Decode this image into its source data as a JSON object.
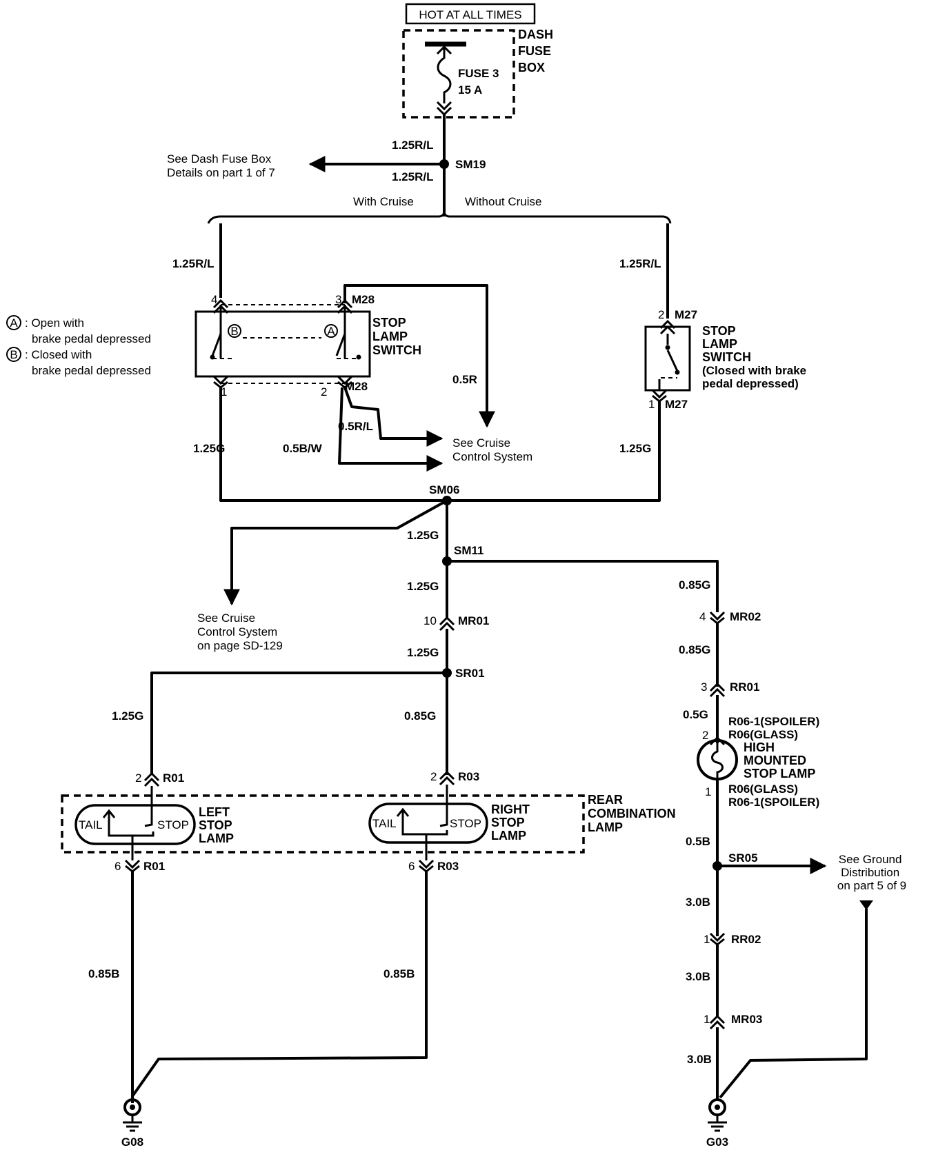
{
  "power": {
    "header": "HOT AT ALL TIMES",
    "dash_fuse_box": [
      "DASH",
      "FUSE",
      "BOX"
    ],
    "fuse": [
      "FUSE 3",
      "15 A"
    ]
  },
  "splices": {
    "sm19": "SM19",
    "sm06": "SM06",
    "sm11": "SM11",
    "sr01": "SR01",
    "sr05": "SR05"
  },
  "notes": {
    "dash_fuse": [
      "See Dash Fuse Box",
      "Details on part 1 of 7"
    ],
    "cruise1": [
      "See Cruise",
      "Control System"
    ],
    "cruise2": [
      "See Cruise",
      "Control System",
      "on page SD-129"
    ],
    "ground": [
      "See Ground",
      "Distribution",
      "on part 5 of 9"
    ]
  },
  "branches": {
    "with": "With Cruise",
    "without": "Without Cruise"
  },
  "legend": {
    "a_letter": "A",
    "a_text": [
      ": Open with",
      "brake pedal depressed"
    ],
    "b_letter": "B",
    "b_text": [
      ": Closed with",
      "brake pedal depressed"
    ]
  },
  "switch_cruise": {
    "name": [
      "STOP",
      "LAMP",
      "SWITCH"
    ],
    "conn": "M28",
    "pins": [
      "4",
      "3",
      "1",
      "2"
    ],
    "a": "A",
    "b": "B"
  },
  "switch_nocruise": {
    "name": [
      "STOP",
      "LAMP",
      "SWITCH",
      "(Closed with brake",
      "pedal depressed)"
    ],
    "conn": "M27",
    "pins": [
      "2",
      "1"
    ]
  },
  "wires": {
    "r125_a": "1.25R/L",
    "r125_b": "1.25R/L",
    "r125_c": "1.25R/L",
    "r125_d": "1.25R/L",
    "r05": "0.5R",
    "rl05": "0.5R/L",
    "bw05": "0.5B/W",
    "g125_a": "1.25G",
    "g125_b": "1.25G",
    "g125_c": "1.25G",
    "g125_d": "1.25G",
    "g125_e": "1.25G",
    "g125_f": "1.25G",
    "g085_a": "0.85G",
    "g085_b": "0.85G",
    "g085_c": "0.85G",
    "g05": "0.5G",
    "b05": "0.5B",
    "b30_a": "3.0B",
    "b30_b": "3.0B",
    "b30_c": "3.0B",
    "b085_a": "0.85B",
    "b085_b": "0.85B"
  },
  "connectors": {
    "mr01": {
      "pin": "10",
      "name": "MR01"
    },
    "mr02": {
      "pin": "4",
      "name": "MR02"
    },
    "rr01": {
      "pin": "3",
      "name": "RR01"
    },
    "r06_top": {
      "pin": "2",
      "name": [
        "R06-1(SPOILER)",
        "R06(GLASS)"
      ]
    },
    "r06_bot": {
      "pin": "1",
      "name": [
        "R06(GLASS)",
        "R06-1(SPOILER)"
      ]
    },
    "rr02": {
      "pin": "1",
      "name": "RR02"
    },
    "mr03": {
      "pin": "1",
      "name": "MR03"
    },
    "r01_top": {
      "pin": "2",
      "name": "R01"
    },
    "r03_top": {
      "pin": "2",
      "name": "R03"
    },
    "r01_bot": {
      "pin": "6",
      "name": "R01"
    },
    "r03_bot": {
      "pin": "6",
      "name": "R03"
    }
  },
  "hmsl": [
    "HIGH",
    "MOUNTED",
    "STOP LAMP"
  ],
  "rear_combination": [
    "REAR",
    "COMBINATION",
    "LAMP"
  ],
  "left_lamp": {
    "name": [
      "LEFT",
      "STOP",
      "LAMP"
    ],
    "tail": "TAIL",
    "stop": "STOP"
  },
  "right_lamp": {
    "name": [
      "RIGHT",
      "STOP",
      "LAMP"
    ],
    "tail": "TAIL",
    "stop": "STOP"
  },
  "grounds": {
    "g08": "G08",
    "g03": "G03"
  }
}
